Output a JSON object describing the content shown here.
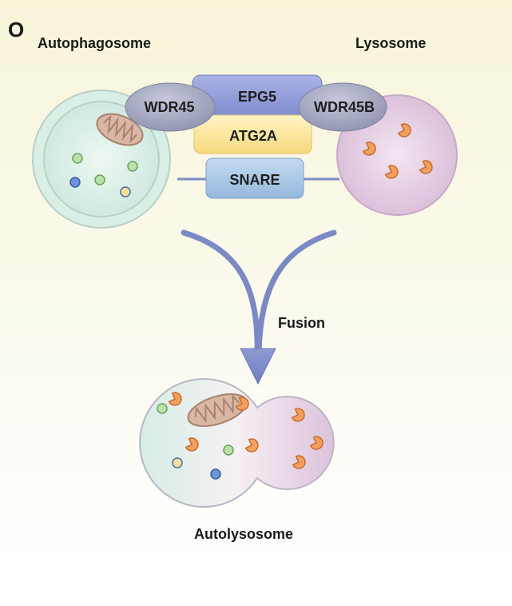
{
  "panel_letter": "O",
  "labels": {
    "autophagosome": "Autophagosome",
    "lysosome": "Lysosome",
    "fusion": "Fusion",
    "autolysosome": "Autolysosome"
  },
  "proteins": {
    "wdr45": "WDR45",
    "epg5": "EPG5",
    "wdr45b": "WDR45B",
    "atg2a": "ATG2A",
    "snare": "SNARE"
  },
  "colors": {
    "background": "#fdfcf2",
    "autophagosome_fill": "#d8efe6",
    "lysosome_fill": "#e6cfe4",
    "wdr_fill": "#9fa3bd",
    "epg5_fill": "#8f9bd8",
    "atg2a_fill": "#fbe7a3",
    "snare_fill": "#a9c7e3",
    "arrow": "#7b89c4",
    "enzyme": "#f2a05e",
    "cargo_green": "#b9e3a6",
    "cargo_blue": "#6f93d8",
    "cargo_yellow": "#f7df9c"
  }
}
